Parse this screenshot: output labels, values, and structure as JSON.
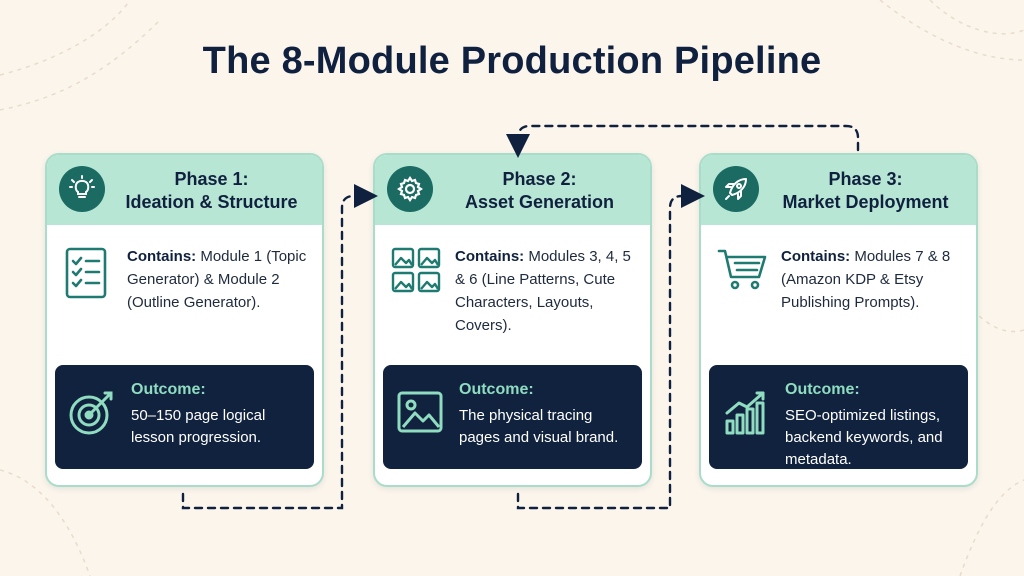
{
  "title": "The 8-Module Production Pipeline",
  "phases": [
    {
      "title_line1": "Phase 1:",
      "title_line2": "Ideation & Structure",
      "phase_icon": "lightbulb-icon",
      "contains_label": "Contains:",
      "contains_text": " Module 1 (Topic Generator) & Module 2 (Outline Generator).",
      "contains_icon": "checklist-icon",
      "outcome_label": "Outcome:",
      "outcome_text": "50–150 page logical lesson progression.",
      "outcome_icon": "target-icon"
    },
    {
      "title_line1": "Phase 2:",
      "title_line2": "Asset Generation",
      "phase_icon": "gear-icon",
      "contains_label": "Contains:",
      "contains_text": " Modules 3, 4, 5 & 6 (Line Patterns, Cute Characters, Layouts, Covers).",
      "contains_icon": "image-grid-icon",
      "outcome_label": "Outcome:",
      "outcome_text": "The physical tracing pages and visual brand.",
      "outcome_icon": "image-icon"
    },
    {
      "title_line1": "Phase 3:",
      "title_line2": "Market Deployment",
      "phase_icon": "rocket-icon",
      "contains_label": "Contains:",
      "contains_text": " Modules 7 & 8 (Amazon KDP & Etsy Publishing Prompts).",
      "contains_icon": "shopping-cart-icon",
      "outcome_label": "Outcome:",
      "outcome_text": "SEO-optimized listings, backend keywords, and metadata.",
      "outcome_icon": "growth-chart-icon"
    }
  ],
  "colors": {
    "background": "#fbf5ec",
    "title": "#10213f",
    "card_header": "#b8e6d4",
    "icon_circle": "#1b6b63",
    "outcome_bg": "#10223e",
    "outcome_label": "#8fdcc0",
    "connector": "#10213f"
  }
}
